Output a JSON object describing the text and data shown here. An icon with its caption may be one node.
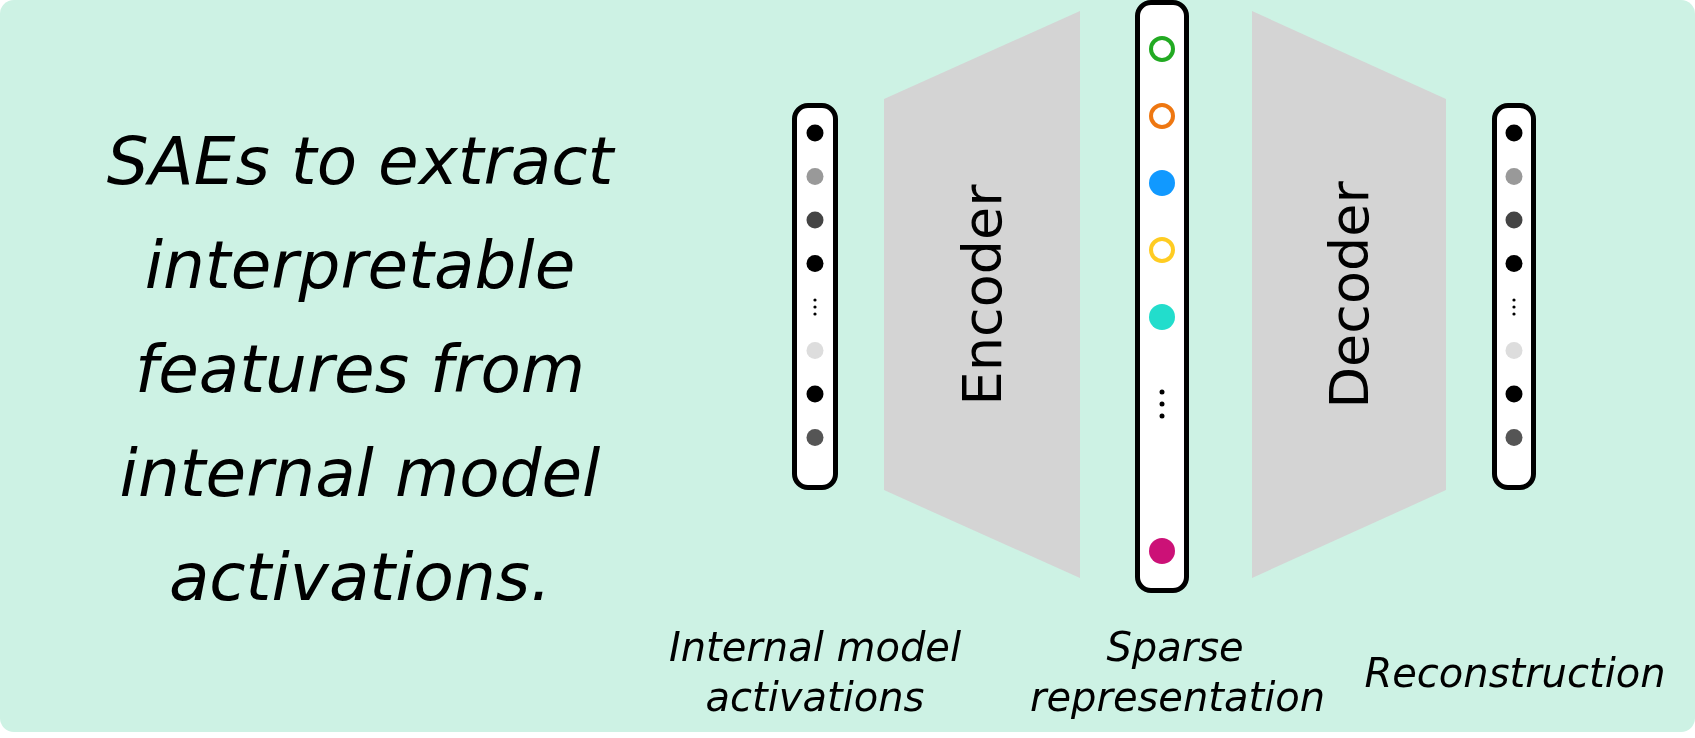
{
  "diagram": {
    "title": "SAEs to extract interpretable features from internal model activations.",
    "nodes": [
      {
        "text": [],
        "shape": "bar"
      },
      {
        "text": [
          "Encoder"
        ]
      },
      {
        "text": [],
        "shape": "bar"
      },
      {
        "text": [
          "Decoder"
        ]
      },
      {
        "text": [],
        "shape": "bar"
      }
    ],
    "labels": [
      "Internal model activations",
      "Sparse representation",
      "Reconstruction"
    ]
  }
}
